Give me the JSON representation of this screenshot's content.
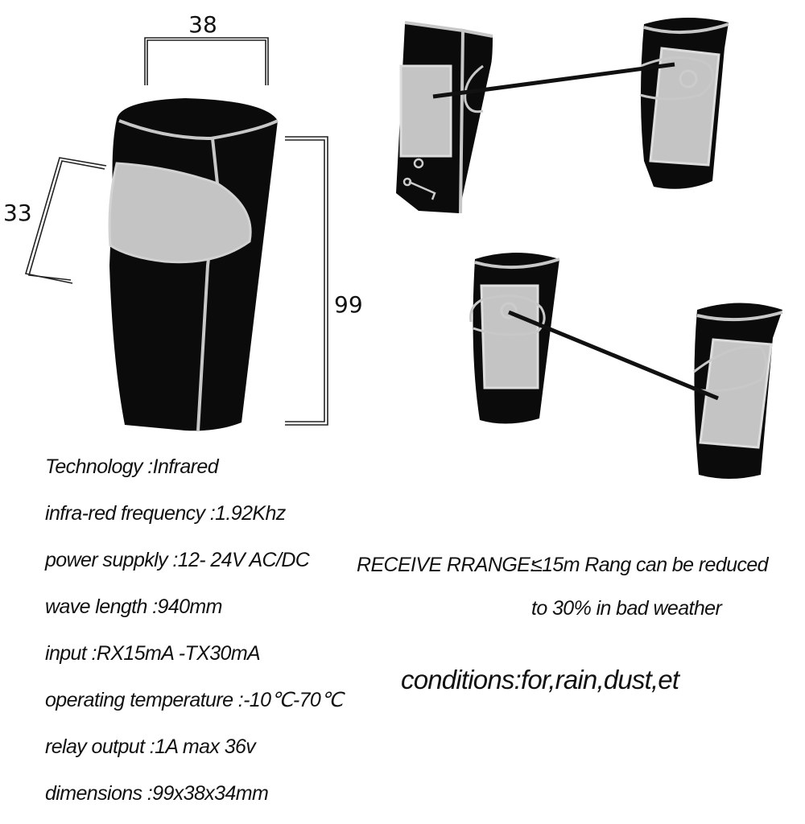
{
  "colors": {
    "body": "#0b0b0b",
    "lens": "#c4c4c4",
    "outline": "#c8c8c8",
    "beam": "#111111"
  },
  "dimensions": {
    "width": "38",
    "depth": "33",
    "height": "99"
  },
  "specs": [
    "Technology :Infrared",
    "infra-red frequency :1.92Khz",
    "power suppkly :12- 24V AC/DC",
    "wave length :940mm",
    "input :RX15mA -TX30mA",
    "operating temperature :-10℃-70℃",
    "relay output :1A max 36v",
    "dimensions :99x38x34mm"
  ],
  "receive_range": {
    "label": "RECEIVE RRANGE:",
    "line1": "≤15m Rang can be reduced",
    "line2": "to 30% in bad weather"
  },
  "conditions": "conditions:for,rain,dust,et"
}
